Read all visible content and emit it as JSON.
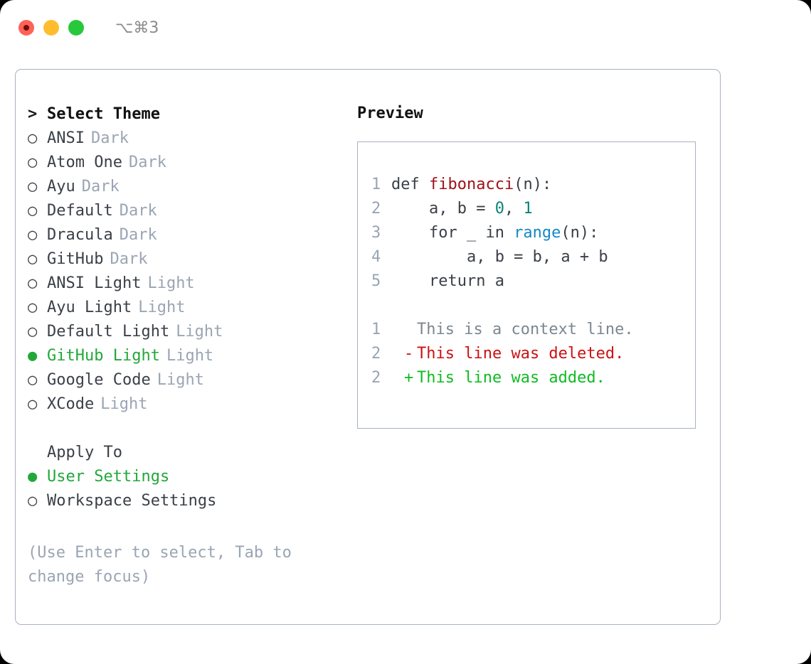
{
  "titlebar": {
    "shortcut": "⌥⌘3",
    "lights": [
      {
        "name": "close",
        "color": "#ff6159"
      },
      {
        "name": "minimize",
        "color": "#ffbd2e"
      },
      {
        "name": "maximize",
        "color": "#28c83c"
      }
    ]
  },
  "theme_section": {
    "heading_marker": ">",
    "heading": "Select Theme",
    "items": [
      {
        "marker": "○",
        "label": "ANSI",
        "badge": "Dark",
        "selected": false
      },
      {
        "marker": "○",
        "label": "Atom One",
        "badge": "Dark",
        "selected": false
      },
      {
        "marker": "○",
        "label": "Ayu",
        "badge": "Dark",
        "selected": false
      },
      {
        "marker": "○",
        "label": "Default",
        "badge": "Dark",
        "selected": false
      },
      {
        "marker": "○",
        "label": "Dracula",
        "badge": "Dark",
        "selected": false
      },
      {
        "marker": "○",
        "label": "GitHub",
        "badge": "Dark",
        "selected": false
      },
      {
        "marker": "○",
        "label": "ANSI Light",
        "badge": "Light",
        "selected": false
      },
      {
        "marker": "○",
        "label": "Ayu Light",
        "badge": "Light",
        "selected": false
      },
      {
        "marker": "○",
        "label": "Default Light",
        "badge": "Light",
        "selected": false
      },
      {
        "marker": "●",
        "label": "GitHub Light",
        "badge": "Light",
        "selected": true
      },
      {
        "marker": "○",
        "label": "Google Code",
        "badge": "Light",
        "selected": false
      },
      {
        "marker": "○",
        "label": "XCode",
        "badge": "Light",
        "selected": false
      }
    ]
  },
  "apply_section": {
    "heading": "Apply To",
    "items": [
      {
        "marker": "●",
        "label": "User Settings",
        "selected": true
      },
      {
        "marker": "○",
        "label": "Workspace Settings",
        "selected": false
      }
    ]
  },
  "hint": "(Use Enter to select, Tab to change focus)",
  "preview": {
    "title": "Preview",
    "code_lines": [
      {
        "no": "1",
        "segments": [
          {
            "text": "def ",
            "type": "plain"
          },
          {
            "text": "fibonacci",
            "type": "fn"
          },
          {
            "text": "(n):",
            "type": "plain"
          }
        ]
      },
      {
        "no": "2",
        "segments": [
          {
            "text": "    a, b = ",
            "type": "plain"
          },
          {
            "text": "0",
            "type": "num"
          },
          {
            "text": ", ",
            "type": "plain"
          },
          {
            "text": "1",
            "type": "num"
          }
        ]
      },
      {
        "no": "3",
        "segments": [
          {
            "text": "    for _ in ",
            "type": "plain"
          },
          {
            "text": "range",
            "type": "call"
          },
          {
            "text": "(n):",
            "type": "plain"
          }
        ]
      },
      {
        "no": "4",
        "segments": [
          {
            "text": "        a, b = b, a + b",
            "type": "plain"
          }
        ]
      },
      {
        "no": "5",
        "segments": [
          {
            "text": "    return a",
            "type": "plain"
          }
        ]
      }
    ],
    "diff_lines": [
      {
        "no": "1",
        "sign": " ",
        "text": "This is a context line.",
        "kind": "ctx"
      },
      {
        "no": "2",
        "sign": "-",
        "text": "This line was deleted.",
        "kind": "del"
      },
      {
        "no": "2",
        "sign": "+",
        "text": "This line was added.",
        "kind": "add"
      }
    ]
  },
  "colors": {
    "accent_green": "#22a83a",
    "badge_gray": "#9aa5b3",
    "border": "#a8b2bf",
    "text": "#3b4048",
    "diff_add": "#11bb22",
    "diff_del": "#cc1111",
    "syntax_fn": "#a0111a",
    "syntax_num": "#0a8577",
    "syntax_call": "#1488c8"
  }
}
